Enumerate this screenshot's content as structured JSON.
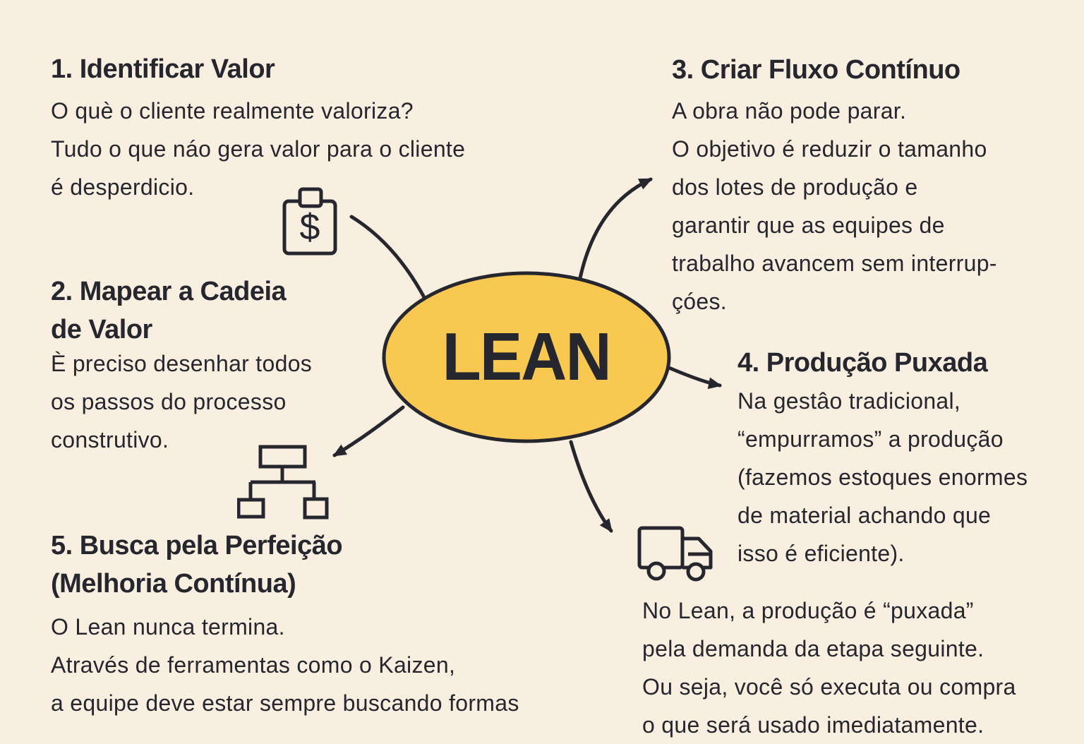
{
  "canvas": {
    "background": "#f9efe1",
    "ink": "#26262e"
  },
  "center": {
    "label": "LEAN",
    "fill": "#f8c851",
    "border": "#26262e"
  },
  "sections": {
    "identify": {
      "title": "1. Identificar Valor",
      "body": "O què o cliente realmente valoriza?\nTudo o que náo gera valor para o cliente\né desperdicio."
    },
    "map": {
      "title": "2. Mapear a Cadeia\nde Valor",
      "body": "È preciso desenhar todos\nos passos do processo\nconstrutivo."
    },
    "flow": {
      "title": "3. Criar Fluxo Contínuo",
      "body": "A obra não pode parar.\nO objetivo é reduzir o tamanho\ndos lotes de produção e\ngarantir que as equipes de\ntrabalho avancem sem interrup-\nçóes."
    },
    "pull": {
      "title": "4. Produção Puxada",
      "body": "Na gestâo tradicional,\n“empurramos” a produção\n(fazemos estoques enormes\nde material achando que\nisso é eficiente).",
      "footer": "No Lean, a produção é “puxada”\npela demanda da etapa seguinte.\nOu seja, você só executa ou compra\no que será usado imediatamente."
    },
    "perfection": {
      "title": "5. Busca pela Perfeição\n(Melhoria Contínua)",
      "body": "O Lean nunca termina.\nAtravés de ferramentas como o Kaizen,\na equipe deve estar sempre buscando formas"
    }
  },
  "icons": {
    "clipboard": "clipboard-dollar-icon",
    "dollar": "$",
    "orgchart": "org-chart-icon",
    "truck": "truck-icon"
  }
}
